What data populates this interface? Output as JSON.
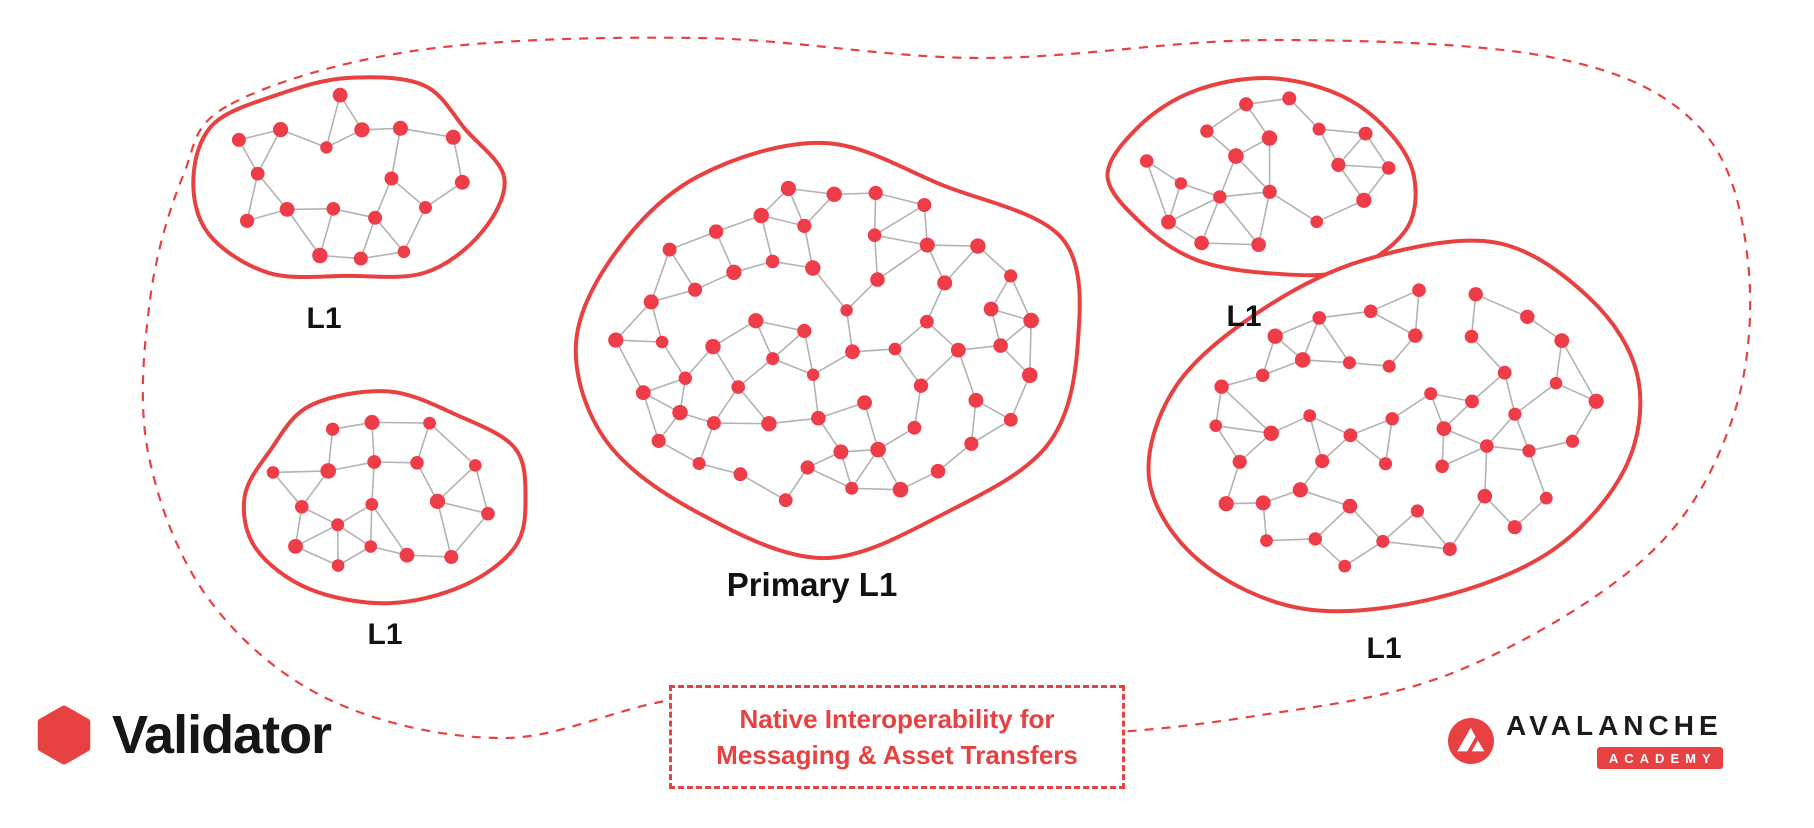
{
  "colors": {
    "accent": "#E84142",
    "node": "#EE3D48",
    "edge": "#B3B3B3",
    "text": "#121212"
  },
  "diagram": {
    "clusters": [
      {
        "id": "l1-top-left",
        "label": "L1",
        "node_count": 18
      },
      {
        "id": "l1-bottom-left",
        "label": "L1",
        "node_count": 18
      },
      {
        "id": "primary-l1",
        "label": "Primary L1",
        "node_count": 58
      },
      {
        "id": "l1-top-right",
        "label": "L1",
        "node_count": 18
      },
      {
        "id": "l1-bottom-right",
        "label": "L1",
        "node_count": 46
      }
    ],
    "interop_note": {
      "line1": "Native Interoperability for",
      "line2": "Messaging & Asset Transfers"
    }
  },
  "legend": {
    "validator_label": "Validator"
  },
  "branding": {
    "name": "AVALANCHE",
    "sub": "ACADEMY"
  }
}
